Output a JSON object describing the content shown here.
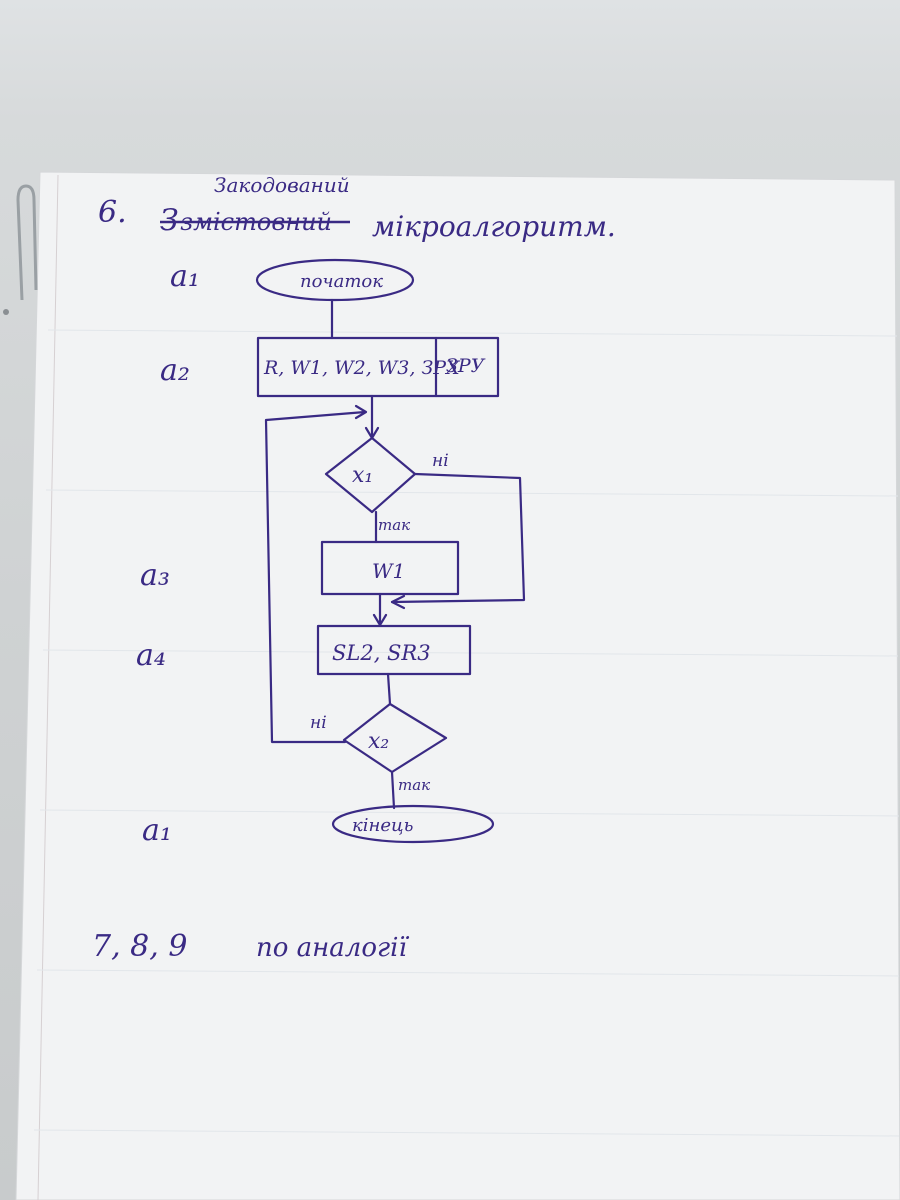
{
  "heading": {
    "number": "6.",
    "prefix": "З",
    "struck_word": "змістовний",
    "inserted_word": "Закодований",
    "word": "мікроалгоритм."
  },
  "states": [
    "a₁",
    "a₂",
    "a₃",
    "a₄",
    "a₁"
  ],
  "flowchart": {
    "start_label": "початок",
    "block_a2_left": "R, W1, W2, W3, ЗРХ",
    "block_a2_right": "ЗРУ",
    "condition_1": "x₁",
    "condition_1_no": "ні",
    "condition_1_yes": "так",
    "block_a3": "W1",
    "block_a4": "SL2, SR3",
    "condition_2": "x₂",
    "condition_2_no": "ні",
    "condition_2_yes": "так",
    "end_label": "кінець"
  },
  "footer": {
    "numbers": "7, 8, 9",
    "text": "по аналогії"
  },
  "colors": {
    "ink": "#3a2a84",
    "paper": "#f4f5f6",
    "rule_line": "#b9c6d4",
    "margin_line": "#c9b3b6",
    "clip": "#9aa0a4"
  }
}
